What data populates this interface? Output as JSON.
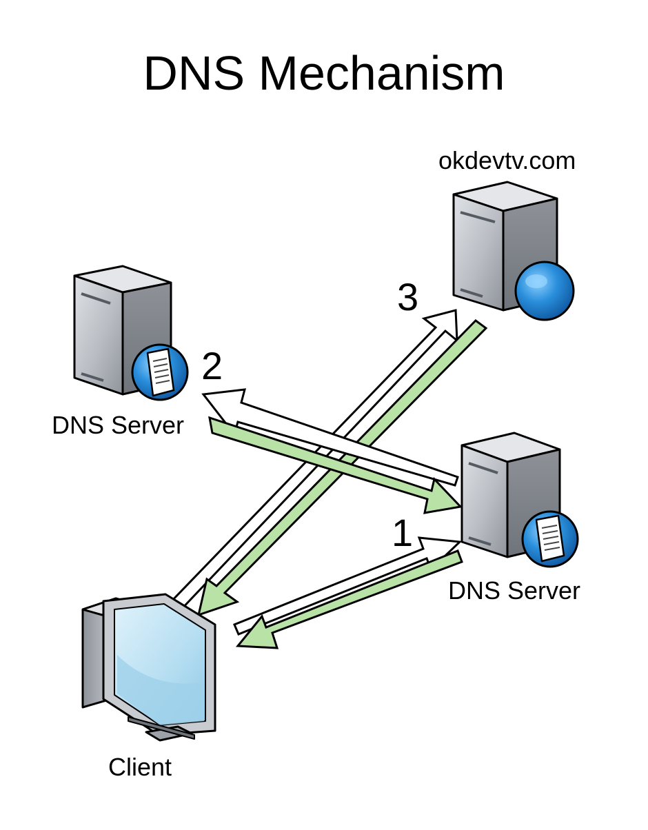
{
  "title": "DNS Mechanism",
  "nodes": {
    "dns_server_left": "DNS Server",
    "dns_server_right": "DNS Server",
    "web_server": "okdevtv.com",
    "client": "Client"
  },
  "steps": [
    "1",
    "2",
    "3"
  ],
  "colors": {
    "request_arrow": "#ffffff",
    "response_arrow": "#b9e3a6",
    "server_body": "#a9adb3",
    "globe": "#1e80cf"
  }
}
